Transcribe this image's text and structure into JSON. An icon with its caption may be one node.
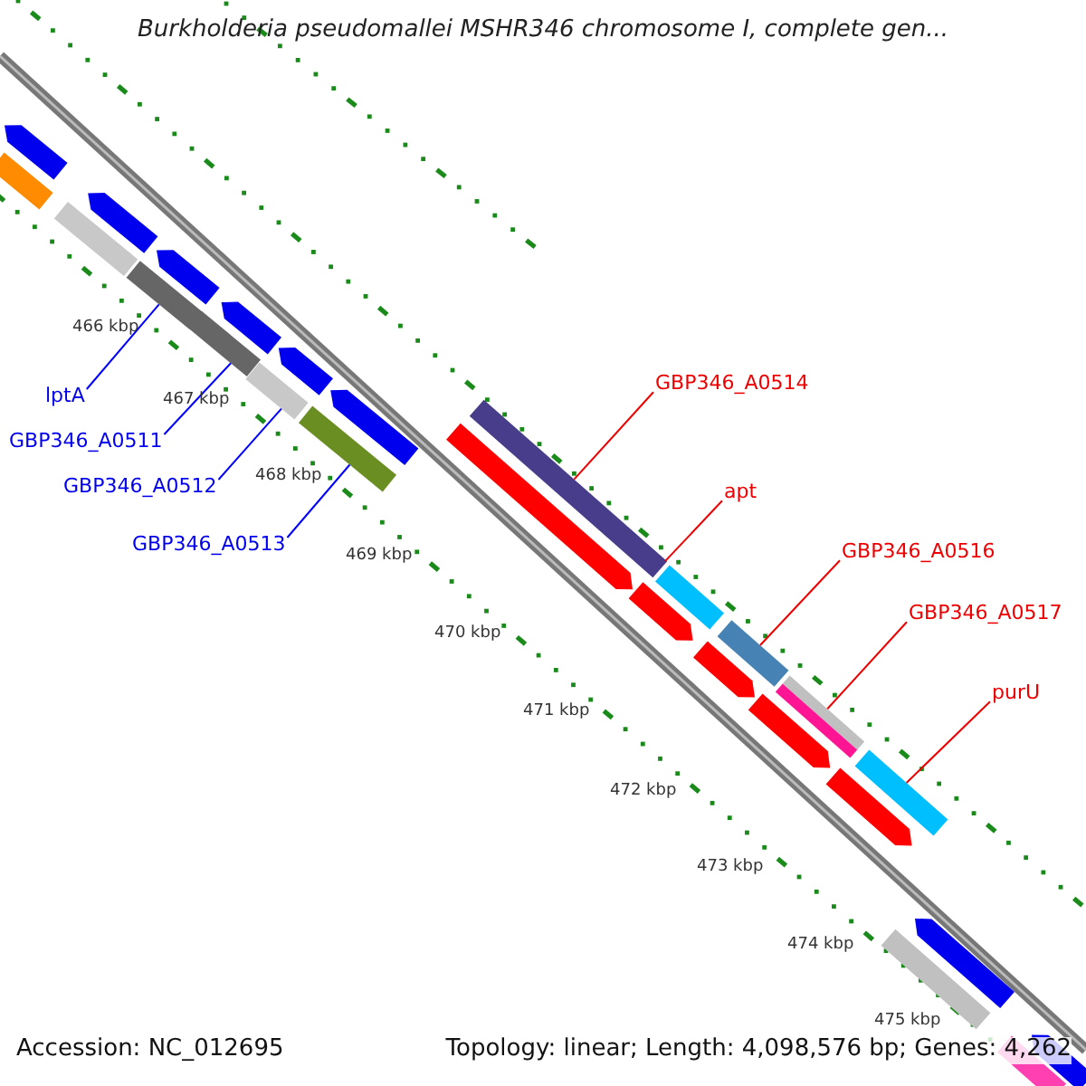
{
  "diagram": {
    "title": "Burkholderia pseudomallei MSHR346 chromosome I, complete gen...",
    "nodes": [
      {
        "text": [
          "lptA"
        ]
      },
      {
        "text": [
          "GBP346_A0511"
        ]
      },
      {
        "text": [
          "GBP346_A0512"
        ]
      },
      {
        "text": [
          "GBP346_A0513"
        ]
      },
      {
        "text": [
          "GBP346_A0514"
        ]
      },
      {
        "text": [
          "apt"
        ]
      },
      {
        "text": [
          "GBP346_A0516"
        ]
      },
      {
        "text": [
          "GBP346_A0517"
        ]
      },
      {
        "text": [
          "purU"
        ]
      },
      {
        "text": [],
        "shape": "bar"
      },
      {
        "text": [],
        "shape": "bar"
      },
      {
        "text": [],
        "shape": "bar"
      },
      {
        "text": [],
        "shape": "bar"
      },
      {
        "text": [],
        "shape": "bar"
      },
      {
        "text": [],
        "shape": "bar"
      },
      {
        "text": [],
        "shape": "bar"
      },
      {
        "text": [],
        "shape": "bar"
      },
      {
        "text": [],
        "shape": "bar"
      },
      {
        "text": [],
        "shape": "bar"
      },
      {
        "text": [],
        "shape": "bar"
      },
      {
        "text": [],
        "shape": "bar"
      },
      {
        "text": [],
        "shape": "bar"
      },
      {
        "text": [],
        "shape": "bar"
      },
      {
        "text": [],
        "shape": "bar"
      },
      {
        "text": [],
        "shape": "bar"
      },
      {
        "text": [],
        "shape": "bar"
      },
      {
        "text": [],
        "shape": "bar"
      },
      {
        "text": [],
        "shape": "bar"
      },
      {
        "text": [],
        "shape": "bar"
      },
      {
        "text": [],
        "shape": "bar"
      },
      {
        "text": [],
        "shape": "bar"
      },
      {
        "text": [],
        "shape": "bar"
      },
      {
        "text": [],
        "shape": "bar"
      },
      {
        "text": [],
        "shape": "bar"
      },
      {
        "text": [],
        "shape": "bar"
      }
    ],
    "edges": [
      {
        "from": 0,
        "to": 9,
        "arrow": "none",
        "color": "#0000ff"
      },
      {
        "from": 1,
        "to": 10,
        "arrow": "none",
        "color": "#0000ff"
      },
      {
        "from": 2,
        "to": 11,
        "arrow": "none",
        "color": "#0000ff"
      },
      {
        "from": 3,
        "to": 12,
        "arrow": "none",
        "color": "#0000ff"
      },
      {
        "from": 4,
        "to": 13,
        "arrow": "none"
      },
      {
        "from": 5,
        "to": 14,
        "arrow": "none"
      },
      {
        "from": 6,
        "to": 15,
        "arrow": "none"
      },
      {
        "from": 7,
        "to": 16,
        "arrow": "none"
      },
      {
        "from": 8,
        "to": 17,
        "arrow": "none"
      }
    ],
    "labels": [
      "466 kbp",
      "467 kbp",
      "468 kbp",
      "469 kbp",
      "470 kbp",
      "471 kbp",
      "472 kbp",
      "473 kbp",
      "474 kbp",
      "475 kbp",
      "Accession: NC_012695",
      "Topology: linear; Length: 4,098,576 bp; Genes: 4,262"
    ]
  }
}
